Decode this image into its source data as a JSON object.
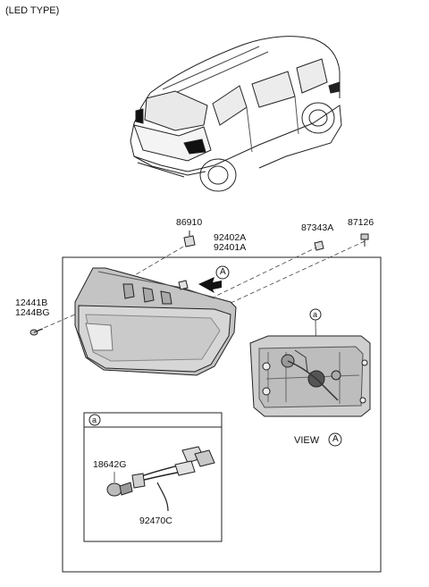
{
  "header": {
    "title": "(LED TYPE)"
  },
  "parts": {
    "p86910": "86910",
    "p92402A": "92402A",
    "p92401A": "92401A",
    "p87343A": "87343A",
    "p87126": "87126",
    "p12441B": "12441B",
    "p1244BG": "1244BG",
    "p18642G": "18642G",
    "p92470C": "92470C"
  },
  "callouts": {
    "view_marker": "A",
    "detail_marker": "a"
  },
  "view_label": {
    "text": "VIEW"
  }
}
